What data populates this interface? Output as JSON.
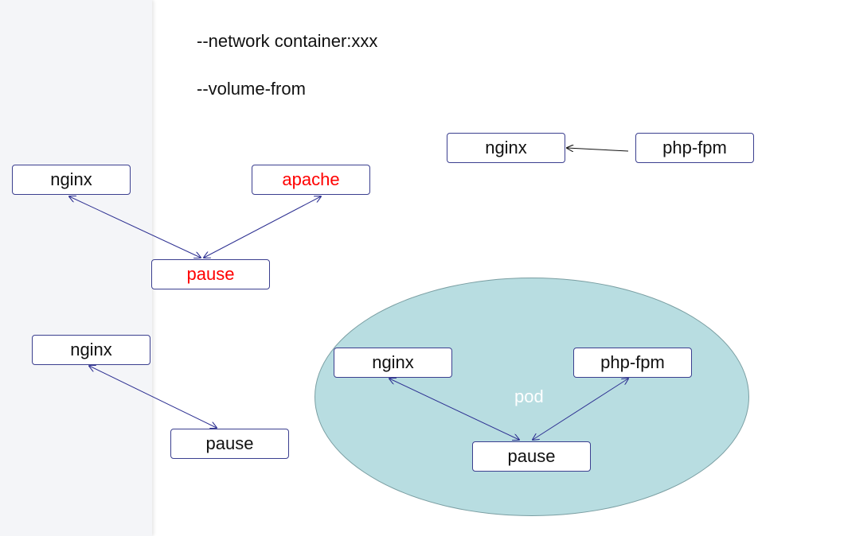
{
  "commands": {
    "network": "--network container:xxx",
    "volume": "--volume-from"
  },
  "diagram1": {
    "nginx": "nginx",
    "phpfpm": "php-fpm"
  },
  "diagram2": {
    "nginx": "nginx",
    "apache": "apache",
    "pause": "pause"
  },
  "diagram3": {
    "nginx": "nginx",
    "pause": "pause"
  },
  "diagram4": {
    "pod_label": "pod",
    "nginx": "nginx",
    "phpfpm": "php-fpm",
    "pause": "pause"
  },
  "colors": {
    "box_border": "#3b3f8f",
    "arrow": "#2e3192",
    "highlight_text": "#ff0000",
    "pod_fill": "#b8dde1",
    "sidebar": "#f4f5f8"
  }
}
